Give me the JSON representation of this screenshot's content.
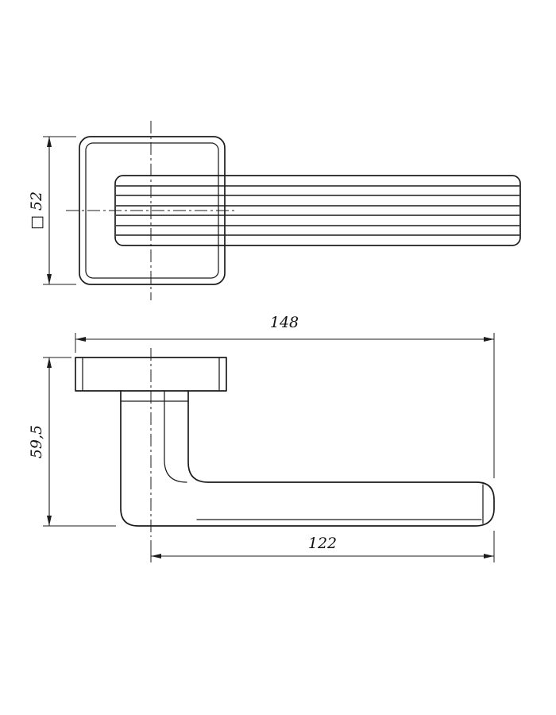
{
  "drawing": {
    "subject": "door-handle-lever-on-square-rosette",
    "colors": {
      "line": "#1c1c1c",
      "background": "#ffffff"
    },
    "front_view": {
      "rosette_size_label": "□ 52"
    },
    "side_view": {
      "overall_length_label": "148",
      "height_label": "59,5",
      "lever_length_label": "122"
    }
  }
}
